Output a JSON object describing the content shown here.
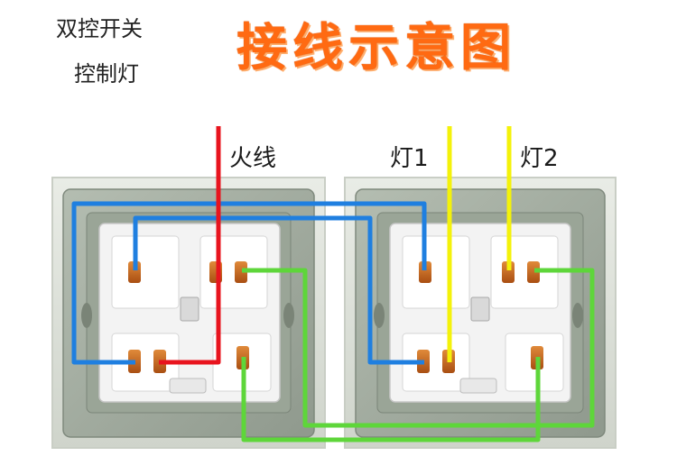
{
  "header": {
    "subtitle_line1": "双控开关",
    "subtitle_line2": "控制灯",
    "title": "接线示意图"
  },
  "wire_labels": {
    "live": "火线",
    "lamp1": "灯1",
    "lamp2": "灯2"
  },
  "colors": {
    "title": "#ff6a12",
    "live_wire": "#e8141e",
    "lamp_wire": "#f4f20a",
    "blue_wire": "#1f7fe0",
    "green_wire": "#5ed63a",
    "frame": "#a4aea2",
    "socket_body": "#f2f2f2",
    "terminal": "#c8641e"
  }
}
